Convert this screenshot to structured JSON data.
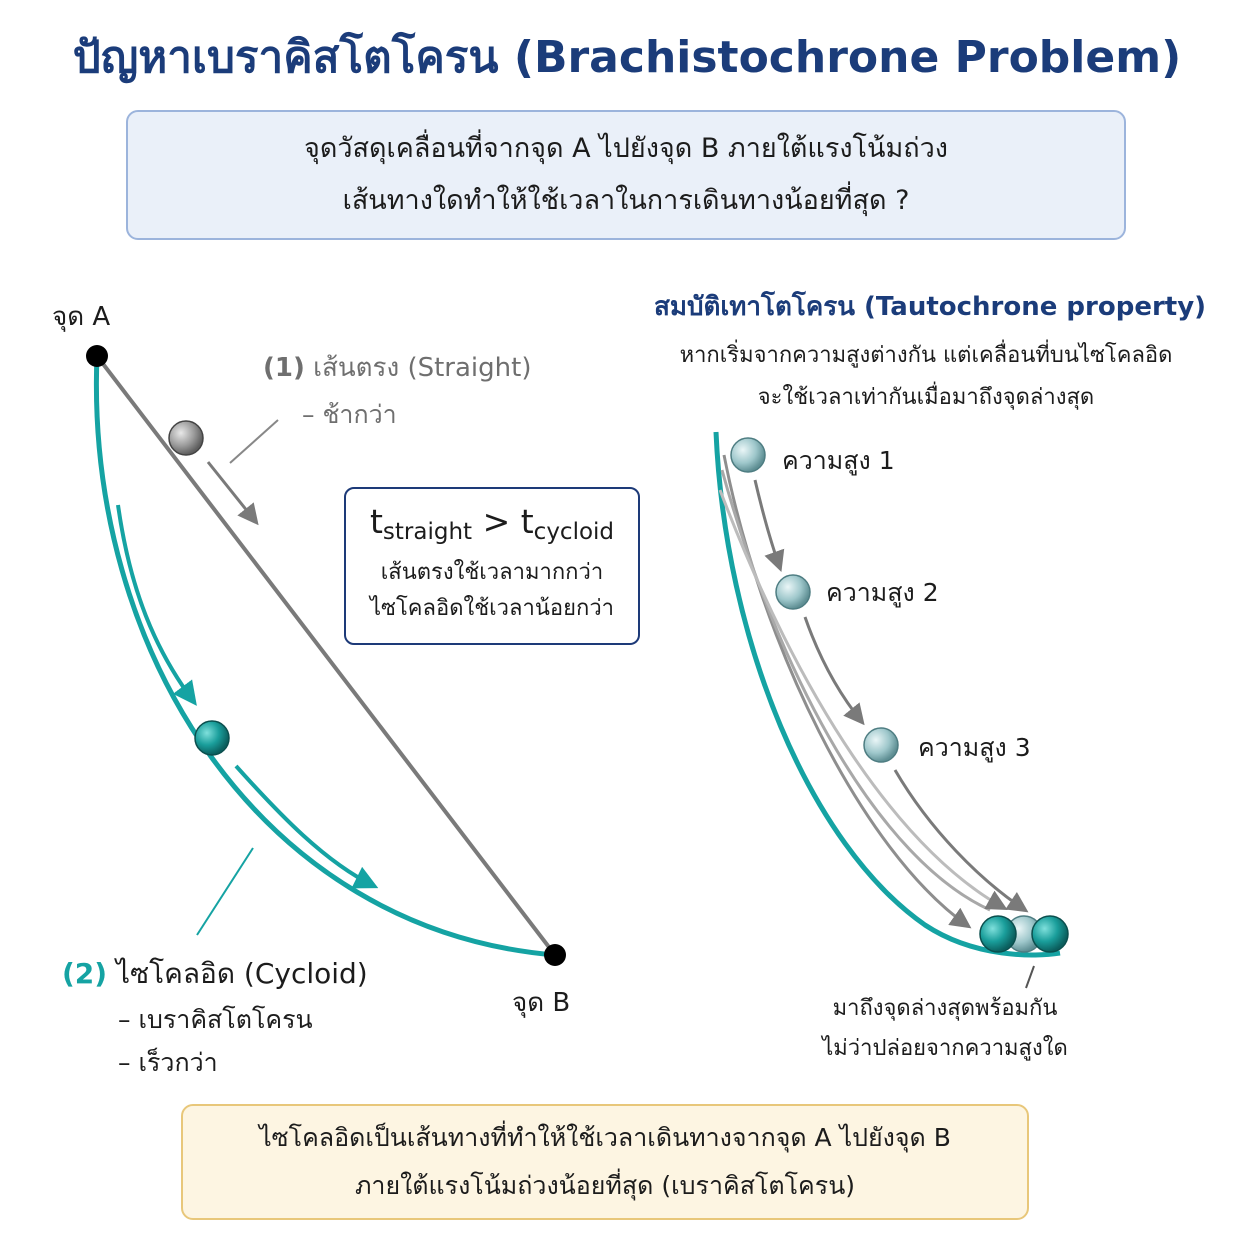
{
  "title": "ปัญหาเบราคิสโตโครน (Brachistochrone Problem)",
  "question": {
    "line1": "จุดวัสดุเคลื่อนที่จากจุด A ไปยังจุด B ภายใต้แรงโน้มถ่วง",
    "line2": "เส้นทางใดทำให้ใช้เวลาในการเดินทางน้อยที่สุด ?"
  },
  "left_diagram": {
    "point_a": "จุด A",
    "point_b": "จุด B",
    "straight_num": "(1)",
    "straight_label": "เส้นตรง (Straight)",
    "straight_note": "– ช้ากว่า",
    "cycloid_num": "(2)",
    "cycloid_label": "ไซโคลอิด (Cycloid)",
    "cycloid_note1": "– เบราคิสโตโครน",
    "cycloid_note2": "– เร็วกว่า"
  },
  "comparison": {
    "t": "t",
    "sub_straight": "straight",
    "gt": ">",
    "sub_cycloid": "cycloid",
    "line1": "เส้นตรงใช้เวลามากกว่า",
    "line2": "ไซโคลอิดใช้เวลาน้อยกว่า"
  },
  "tautochrone": {
    "heading": "สมบัติเทาโตโครน (Tautochrone property)",
    "desc1": "หากเริ่มจากความสูงต่างกัน แต่เคลื่อนที่บนไซโคลอิด",
    "desc2": "จะใช้เวลาเท่ากันเมื่อมาถึงจุดล่างสุด",
    "height1": "ความสูง 1",
    "height2": "ความสูง 2",
    "height3": "ความสูง 3",
    "arrive1": "มาถึงจุดล่างสุดพร้อมกัน",
    "arrive2": "ไม่ว่าปล่อยจากความสูงใด"
  },
  "conclusion": {
    "line1": "ไซโคลอิดเป็นเส้นทางที่ทำให้ใช้เวลาเดินทางจากจุด A ไปยังจุด B",
    "line2": "ภายใต้แรงโน้มถ่วงน้อยที่สุด (เบราคิสโตโครน)"
  },
  "colors": {
    "title": "#1b3c7a",
    "teal": "#15a3a3",
    "gray_line": "#7a7a7a",
    "question_bg": "#eaf0f9",
    "answer_bg": "#fdf5e2"
  }
}
